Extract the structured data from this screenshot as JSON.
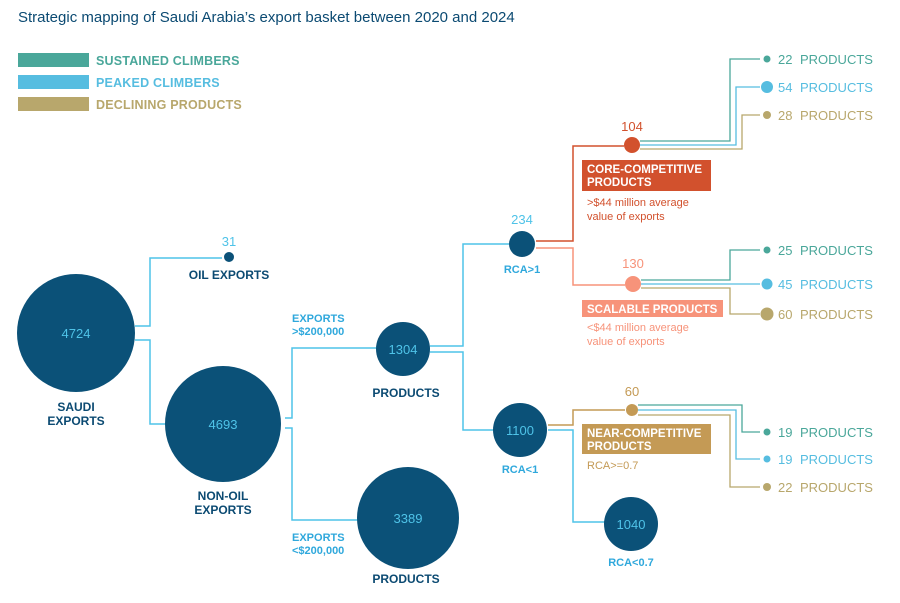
{
  "title": "Strategic mapping of Saudi Arabia’s export basket between 2020 and 2024",
  "colors": {
    "navy": "#0b5178",
    "cyan": "#4fc3e8",
    "sustained": "#4aa79a",
    "peaked": "#56bde0",
    "declining": "#b8a76c",
    "core": "#d2512d",
    "scalable": "#f7937a",
    "near": "#c49a55"
  },
  "legend": [
    {
      "label": "SUSTAINED CLIMBERS",
      "color": "#4aa79a"
    },
    {
      "label": "PEAKED CLIMBERS",
      "color": "#56bde0"
    },
    {
      "label": "DECLINING PRODUCTS",
      "color": "#b8a76c"
    }
  ],
  "nodes": {
    "saudi": {
      "value": "4724",
      "label": [
        "SAUDI",
        "EXPORTS"
      ]
    },
    "oil": {
      "value": "31",
      "label": "OIL EXPORTS"
    },
    "nonoil": {
      "value": "4693",
      "label": [
        "NON-OIL",
        "EXPORTS"
      ]
    },
    "high": {
      "value": "1304",
      "label": "PRODUCTS",
      "branch": [
        "EXPORTS",
        ">$200,000"
      ]
    },
    "low": {
      "value": "3389",
      "label": "PRODUCTS",
      "branch": [
        "EXPORTS",
        "<$200,000"
      ]
    },
    "rca_gt1": {
      "value": "234",
      "label": "RCA>1"
    },
    "rca_lt1": {
      "value": "1100",
      "label": "RCA<1"
    },
    "rca_lt07": {
      "value": "1040",
      "label": "RCA<0.7"
    }
  },
  "categories": {
    "core": {
      "value": "104",
      "label": [
        "CORE-COMPETITIVE",
        "PRODUCTS"
      ],
      "desc": [
        ">$44 million average",
        "value of exports"
      ],
      "breakdown": [
        {
          "count": "22",
          "unit": "PRODUCTS",
          "type": "sustained"
        },
        {
          "count": "54",
          "unit": "PRODUCTS",
          "type": "peaked"
        },
        {
          "count": "28",
          "unit": "PRODUCTS",
          "type": "declining"
        }
      ]
    },
    "scalable": {
      "value": "130",
      "label": [
        "SCALABLE PRODUCTS"
      ],
      "desc": [
        "<$44 million average",
        "value of exports"
      ],
      "breakdown": [
        {
          "count": "25",
          "unit": "PRODUCTS",
          "type": "sustained"
        },
        {
          "count": "45",
          "unit": "PRODUCTS",
          "type": "peaked"
        },
        {
          "count": "60",
          "unit": "PRODUCTS",
          "type": "declining"
        }
      ]
    },
    "near": {
      "value": "60",
      "label": [
        "NEAR-COMPETITIVE",
        "PRODUCTS"
      ],
      "desc": [
        "RCA>=0.7"
      ],
      "breakdown": [
        {
          "count": "19",
          "unit": "PRODUCTS",
          "type": "sustained"
        },
        {
          "count": "19",
          "unit": "PRODUCTS",
          "type": "peaked"
        },
        {
          "count": "22",
          "unit": "PRODUCTS",
          "type": "declining"
        }
      ]
    }
  }
}
